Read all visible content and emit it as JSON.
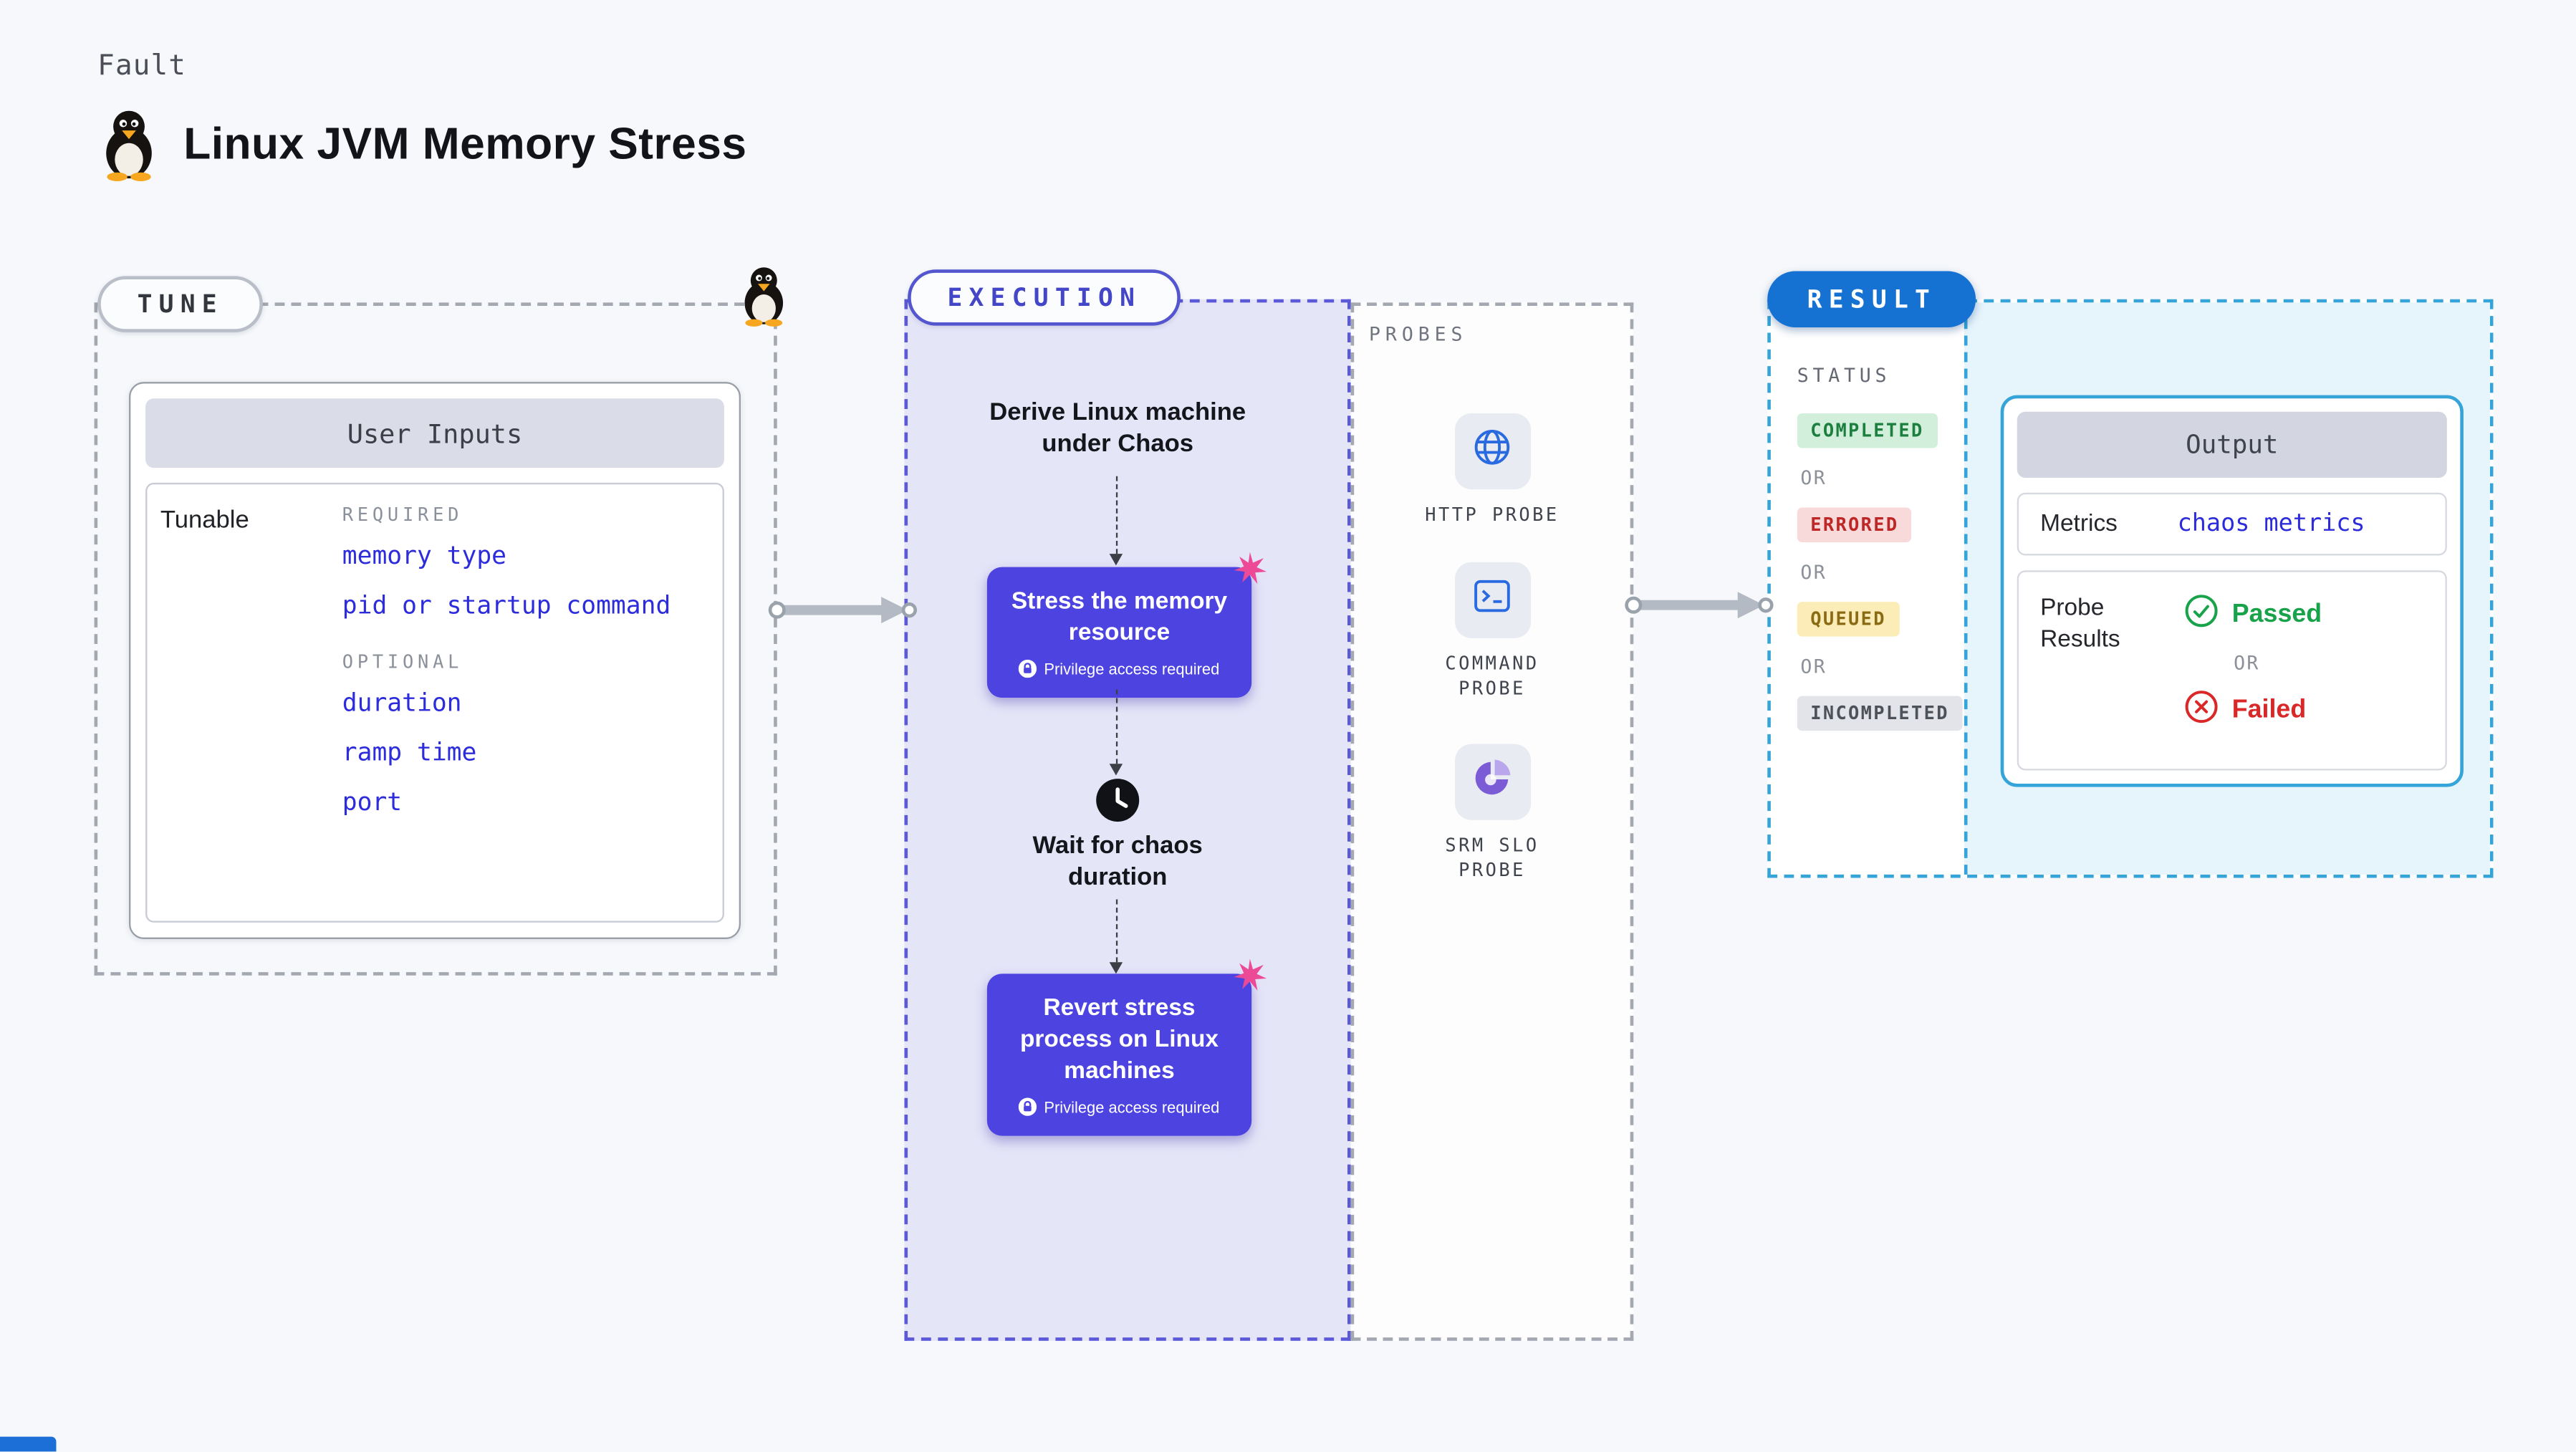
{
  "colors": {
    "page-bg": "#f6f8fb",
    "accent-indigo": "#4c43e0",
    "exec-panel-bg": "#e5e5f8",
    "link-blue": "#2c2cdc",
    "result-blue": "#1572d3",
    "result-cyan": "#35a4d8",
    "result-panel-bg": "#e6f4fc",
    "pink": "#ec4a97",
    "status-completed-bg": "#d2efdb",
    "status-completed-fg": "#1d7f3f",
    "status-errored-bg": "#f8dada",
    "status-errored-fg": "#bf2626",
    "status-queued-bg": "#fcedb8",
    "status-queued-fg": "#8a6a12",
    "status-incompleted-bg": "#e3e4ea",
    "status-incompleted-fg": "#4d515a",
    "passed-green": "#18a34b",
    "failed-red": "#da2727"
  },
  "header": {
    "kicker": "Fault",
    "title": "Linux JVM Memory Stress"
  },
  "tune": {
    "label": "TUNE",
    "card_title": "User Inputs",
    "row_label": "Tunable",
    "required_label": "REQUIRED",
    "required_items": [
      "memory type",
      "pid or startup command"
    ],
    "optional_label": "OPTIONAL",
    "optional_items": [
      "duration",
      "ramp time",
      "port"
    ]
  },
  "flow": {
    "execution_label": "EXECUTION",
    "steps": {
      "derive": "Derive Linux machine under Chaos",
      "stress": "Stress the memory resource",
      "wait": "Wait for chaos duration",
      "revert": "Revert stress process on Linux machines"
    },
    "privilege_note": "Privilege access required"
  },
  "probes": {
    "label": "PROBES",
    "items": [
      {
        "name": "HTTP PROBE",
        "icon": "globe-icon"
      },
      {
        "name": "COMMAND PROBE",
        "icon": "terminal-icon"
      },
      {
        "name": "SRM SLO PROBE",
        "icon": "pie-chart-icon"
      }
    ]
  },
  "result": {
    "label": "RESULT",
    "status_label": "STATUS",
    "or": "OR",
    "statuses": [
      "COMPLETED",
      "ERRORED",
      "QUEUED",
      "INCOMPLETED"
    ],
    "output": {
      "title": "Output",
      "metrics_label": "Metrics",
      "metrics_value": "chaos metrics",
      "probe_results_label": "Probe Results",
      "passed": "Passed",
      "failed": "Failed"
    }
  }
}
